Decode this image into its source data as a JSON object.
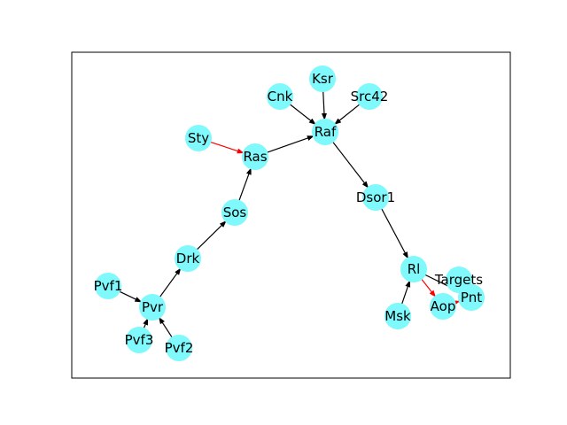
{
  "colors": {
    "node_fill": "#7ff9fb",
    "edge_default": "#000000",
    "edge_inhibit": "#ff0000",
    "frame": "#000000"
  },
  "nodes": [
    {
      "id": "Ksr",
      "label": "Ksr"
    },
    {
      "id": "Cnk",
      "label": "Cnk"
    },
    {
      "id": "Src42",
      "label": "Src42"
    },
    {
      "id": "Raf",
      "label": "Raf"
    },
    {
      "id": "Sty",
      "label": "Sty"
    },
    {
      "id": "Ras",
      "label": "Ras"
    },
    {
      "id": "Sos",
      "label": "Sos"
    },
    {
      "id": "Dsor1",
      "label": "Dsor1"
    },
    {
      "id": "Drk",
      "label": "Drk"
    },
    {
      "id": "Pvf1",
      "label": "Pvf1"
    },
    {
      "id": "Pvr",
      "label": "Pvr"
    },
    {
      "id": "Pvf3",
      "label": "Pvf3"
    },
    {
      "id": "Pvf2",
      "label": "Pvf2"
    },
    {
      "id": "Rl",
      "label": "Rl"
    },
    {
      "id": "Msk",
      "label": "Msk"
    },
    {
      "id": "Aop",
      "label": "Aop"
    },
    {
      "id": "Targets",
      "label": "Targets"
    },
    {
      "id": "Pnt",
      "label": "Pnt"
    }
  ],
  "edges": [
    {
      "from": "Cnk",
      "to": "Raf",
      "color": "edge_default"
    },
    {
      "from": "Ksr",
      "to": "Raf",
      "color": "edge_default"
    },
    {
      "from": "Src42",
      "to": "Raf",
      "color": "edge_default"
    },
    {
      "from": "Sty",
      "to": "Ras",
      "color": "edge_inhibit"
    },
    {
      "from": "Ras",
      "to": "Raf",
      "color": "edge_default"
    },
    {
      "from": "Sos",
      "to": "Ras",
      "color": "edge_default"
    },
    {
      "from": "Raf",
      "to": "Dsor1",
      "color": "edge_default"
    },
    {
      "from": "Drk",
      "to": "Sos",
      "color": "edge_default"
    },
    {
      "from": "Pvr",
      "to": "Drk",
      "color": "edge_default"
    },
    {
      "from": "Pvf1",
      "to": "Pvr",
      "color": "edge_default"
    },
    {
      "from": "Pvf3",
      "to": "Pvr",
      "color": "edge_default"
    },
    {
      "from": "Pvf2",
      "to": "Pvr",
      "color": "edge_default"
    },
    {
      "from": "Dsor1",
      "to": "Rl",
      "color": "edge_default"
    },
    {
      "from": "Msk",
      "to": "Rl",
      "color": "edge_default"
    },
    {
      "from": "Rl",
      "to": "Aop",
      "color": "edge_inhibit"
    },
    {
      "from": "Rl",
      "to": "Pnt",
      "color": "edge_default"
    },
    {
      "from": "Aop",
      "to": "Pnt",
      "color": "edge_inhibit"
    },
    {
      "from": "Pnt",
      "to": "Targets",
      "color": "edge_default"
    }
  ]
}
